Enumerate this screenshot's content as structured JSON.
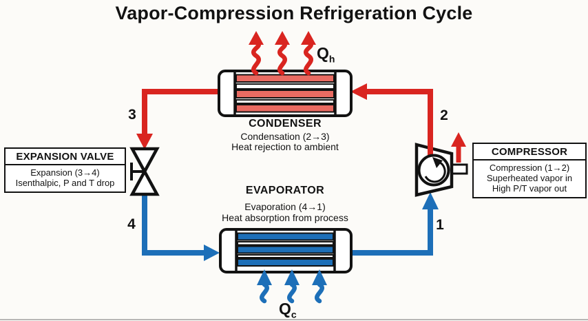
{
  "title": "Vapor-Compression Refrigeration Cycle",
  "colors": {
    "hot": "#d92520",
    "hot-stripe": "#e96b62",
    "cold": "#1d6fb8",
    "cold-stripe": "#1d6fb8",
    "ink": "#121212",
    "paper": "#fcfbf8"
  },
  "condenser": {
    "name": "CONDENSER",
    "process": "Condensation (2→3)",
    "description": "Heat rejection to ambient"
  },
  "evaporator": {
    "name": "EVAPORATOR",
    "process": "Evaporation (4→1)",
    "description": "Heat absorption from process"
  },
  "expansion_valve": {
    "name": "EXPANSION VALVE",
    "process": "Expansion (3→4)",
    "description": "Isenthalpic, P and T drop"
  },
  "compressor": {
    "name": "COMPRESSOR",
    "process": "Compression (1→2)",
    "line_in": "Superheated vapor in",
    "line_out": "High P/T vapor out"
  },
  "heat_rejected": {
    "symbol": "Q",
    "subscript": "h"
  },
  "heat_absorbed": {
    "symbol": "Q",
    "subscript": "c"
  },
  "state_points": {
    "s1": "1",
    "s2": "2",
    "s3": "3",
    "s4": "4"
  }
}
